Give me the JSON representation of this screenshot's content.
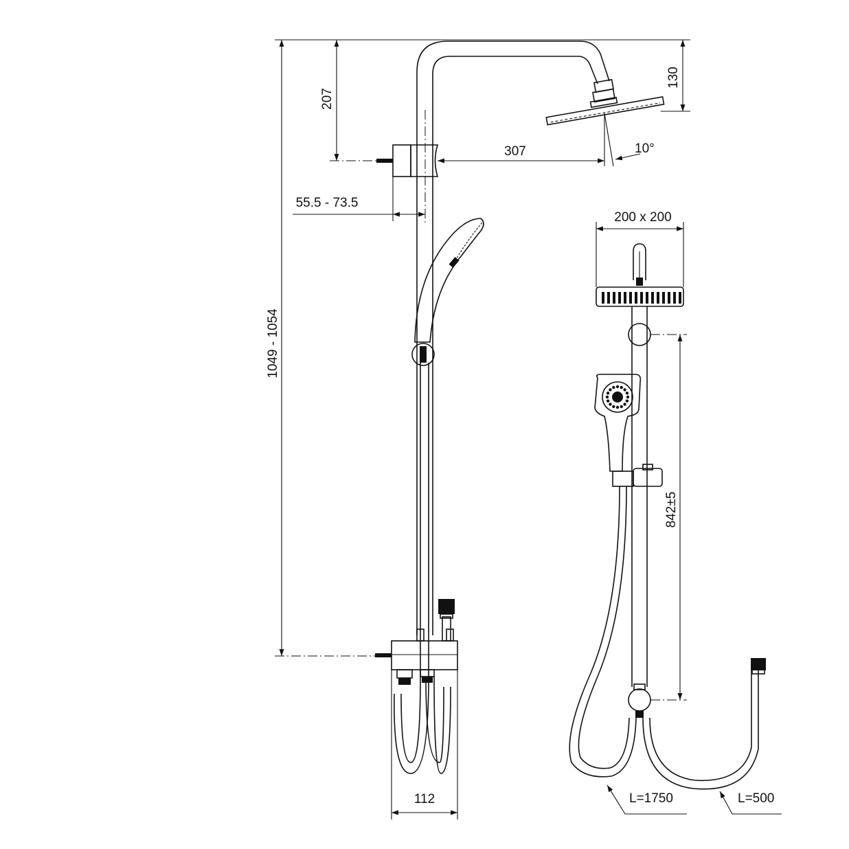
{
  "dimensions": {
    "total_height": "1049 - 1054",
    "top_to_bracket": "207",
    "head_height": "130",
    "arm_reach": "307",
    "head_tilt": "10°",
    "wall_distance": "55.5 - 73.5",
    "head_size": "200 x 200",
    "rail_length": "842±5",
    "mixer_depth": "112",
    "hose_long": "L=1750",
    "hose_short": "L=500"
  },
  "colors": {
    "line": "#111111",
    "background": "#ffffff"
  }
}
